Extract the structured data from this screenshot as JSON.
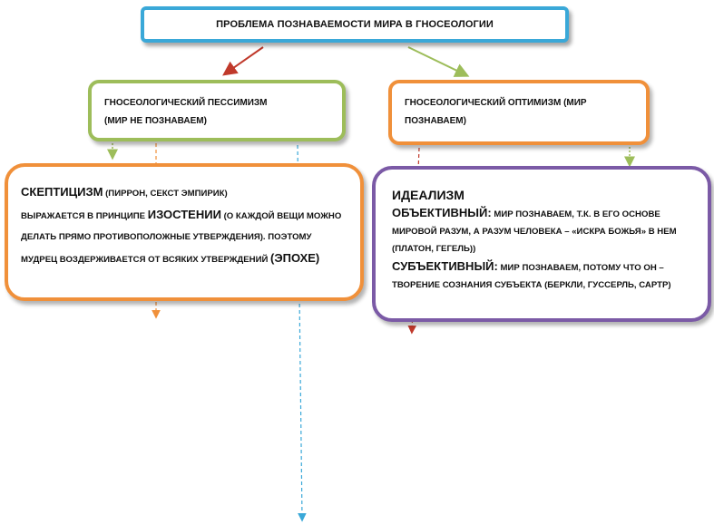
{
  "title": "ПРОБЛЕМА ПОЗНАВАЕМОСТИ МИРА В ГНОСЕОЛОГИИ",
  "pessimism": {
    "line1": "ГНОСЕОЛОГИЧЕСКИЙ ПЕССИМИЗМ",
    "line2": "(МИР НЕ ПОЗНАВАЕМ)"
  },
  "optimism": {
    "line1": "ГНОСЕОЛОГИЧЕСКИЙ ОПТИМИЗМ (МИР",
    "line2": "ПОЗНАВАЕМ)"
  },
  "skepticism": {
    "term": "СКЕПТИЦИЗМ",
    "term_note": " (ПИРРОН, СЕКСТ ЭМПИРИК)",
    "text1": "ВЫРАЖАЕТСЯ В ПРИНЦИПЕ ",
    "term2": "ИЗОСТЕНИИ",
    "text2": " (О КАЖДОЙ ВЕЩИ МОЖНО ДЕЛАТЬ ПРЯМО ПРОТИВОПОЛОЖНЫЕ УТВЕРЖДЕНИЯ). ПОЭТОМУ МУДРЕЦ ВОЗДЕРЖИВАЕТСЯ ОТ ВСЯКИХ УТВЕРЖДЕНИЙ ",
    "term3": "(ЭПОХЕ)"
  },
  "idealism": {
    "heading": "ИДЕАЛИЗМ",
    "objective_label": "ОБЪЕКТИВНЫЙ:",
    "objective_text": " МИР ПОЗНАВАЕМ, Т.К. В ЕГО ОСНОВЕ МИРОВОЙ РАЗУМ, А РАЗУМ ЧЕЛОВЕКА – «ИСКРА БОЖЬЯ» В НЕМ (ПЛАТОН, ГЕГЕЛЬ))",
    "subjective_label": "СУБЪЕКТИВНЫЙ:",
    "subjective_text": " МИР ПОЗНАВАЕМ, ПОТОМУ ЧТО ОН – ТВОРЕНИЕ СОЗНАНИЯ СУБЪЕКТА (БЕРКЛИ, ГУССЕРЛЬ, САРТР)"
  },
  "colors": {
    "title_border": "#3aa8d8",
    "pessimism_border": "#9dbd5a",
    "optimism_border": "#f0903a",
    "skepticism_border": "#f0903a",
    "idealism_border": "#7b5aa6",
    "arrow_red": "#c0392b",
    "arrow_green": "#9dbd5a",
    "arrow_orange": "#f0903a",
    "arrow_blue": "#3aa8d8"
  }
}
